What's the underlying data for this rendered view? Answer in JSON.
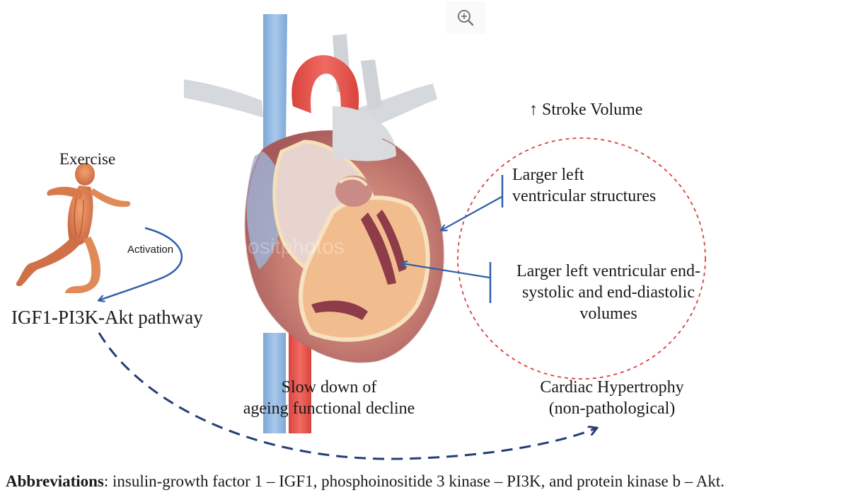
{
  "labels": {
    "exercise": "Exercise",
    "activation": "Activation",
    "pathway": "IGF1-PI3K-Akt pathway",
    "stroke_volume": "↑ Stroke Volume",
    "larger_lv_structures_1": "Larger left",
    "larger_lv_structures_2": "ventricular  structures",
    "larger_lv_volumes_1": "Larger left ventricular  end-",
    "larger_lv_volumes_2": "systolic and end-diastolic",
    "larger_lv_volumes_3": "volumes",
    "slow_down_1": "Slow down of",
    "slow_down_2": "ageing functional decline",
    "hypertrophy_1": "Cardiac Hypertrophy",
    "hypertrophy_2": "(non-pathological)",
    "watermark": "depositphotos"
  },
  "abbreviations": {
    "heading": "Abbreviations",
    "text": ": insulin-growth factor 1 – IGF1, phosphoinositide 3 kinase – PI3K, and protein kinase b – Akt."
  },
  "icons": {
    "zoom": "zoom-in-icon",
    "runner": "running-figure-icon",
    "heart": "heart-anatomy-icon"
  },
  "colors": {
    "arrow_blue": "#2f5fa8",
    "dashed_arrow": "#233f73",
    "circle_red": "#d9403a",
    "aorta_red": "#e8524a",
    "vein_blue": "#8fb6e0"
  }
}
